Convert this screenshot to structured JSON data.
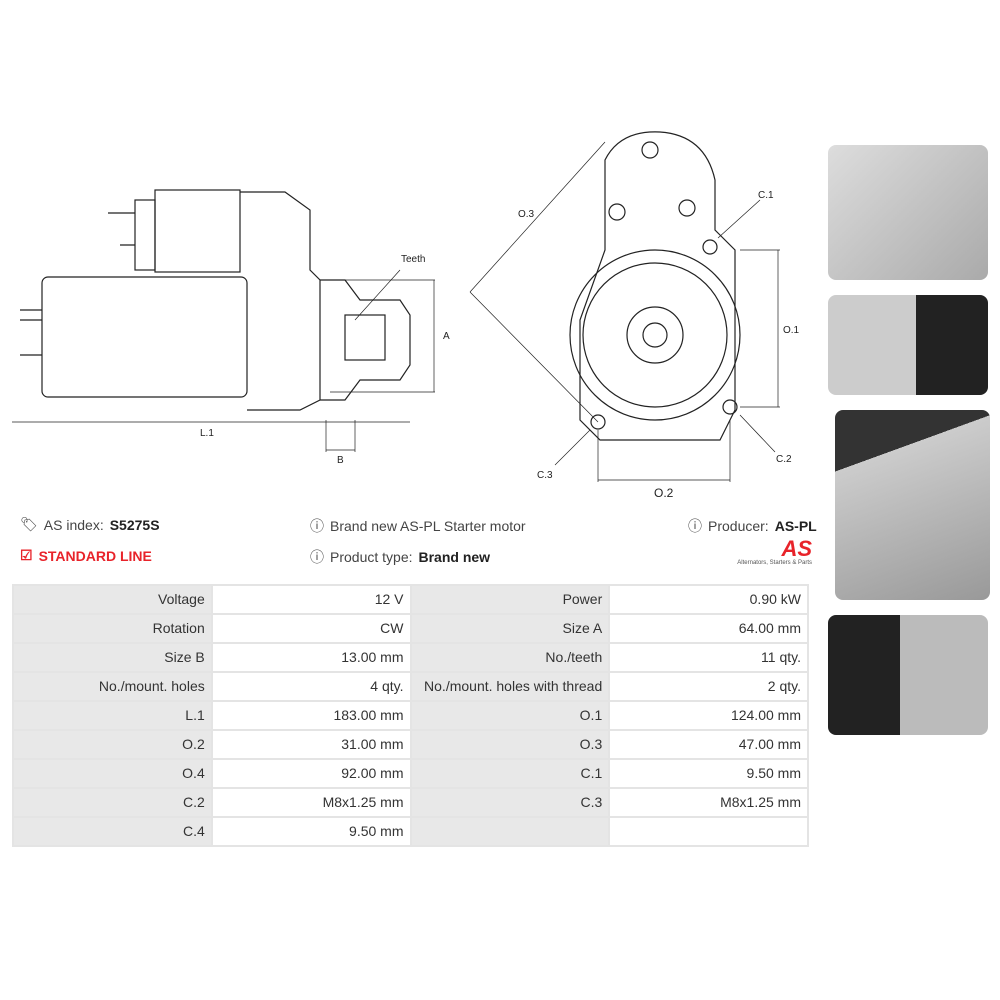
{
  "drawing": {
    "teeth": "Teeth",
    "a": "A",
    "b": "B",
    "l1": "L.1",
    "o1": "O.1",
    "o2": "O.2",
    "o3": "O.3",
    "c1": "C.1",
    "c2": "C.2",
    "c3": "C.3"
  },
  "info": {
    "as_index_label": "AS index:",
    "as_index_value": "S5275S",
    "line": "STANDARD LINE",
    "description": "Brand new AS-PL Starter motor",
    "product_type_label": "Product type:",
    "product_type_value": "Brand new",
    "producer_label": "Producer:",
    "producer_value": "AS-PL",
    "logo_text": "AS",
    "logo_tagline": "Alternators, Starters & Parts"
  },
  "colors": {
    "accent": "#e8232a"
  },
  "specs": [
    [
      "Voltage",
      "12 V",
      "Power",
      "0.90 kW"
    ],
    [
      "Rotation",
      "CW",
      "Size A",
      "64.00 mm"
    ],
    [
      "Size B",
      "13.00 mm",
      "No./teeth",
      "11 qty."
    ],
    [
      "No./mount. holes",
      "4 qty.",
      "No./mount. holes with thread",
      "2 qty."
    ],
    [
      "L.1",
      "183.00 mm",
      "O.1",
      "124.00 mm"
    ],
    [
      "O.2",
      "31.00 mm",
      "O.3",
      "47.00 mm"
    ],
    [
      "O.4",
      "92.00 mm",
      "C.1",
      "9.50 mm"
    ],
    [
      "C.2",
      "M8x1.25 mm",
      "C.3",
      "M8x1.25 mm"
    ],
    [
      "C.4",
      "9.50 mm",
      "",
      ""
    ]
  ]
}
